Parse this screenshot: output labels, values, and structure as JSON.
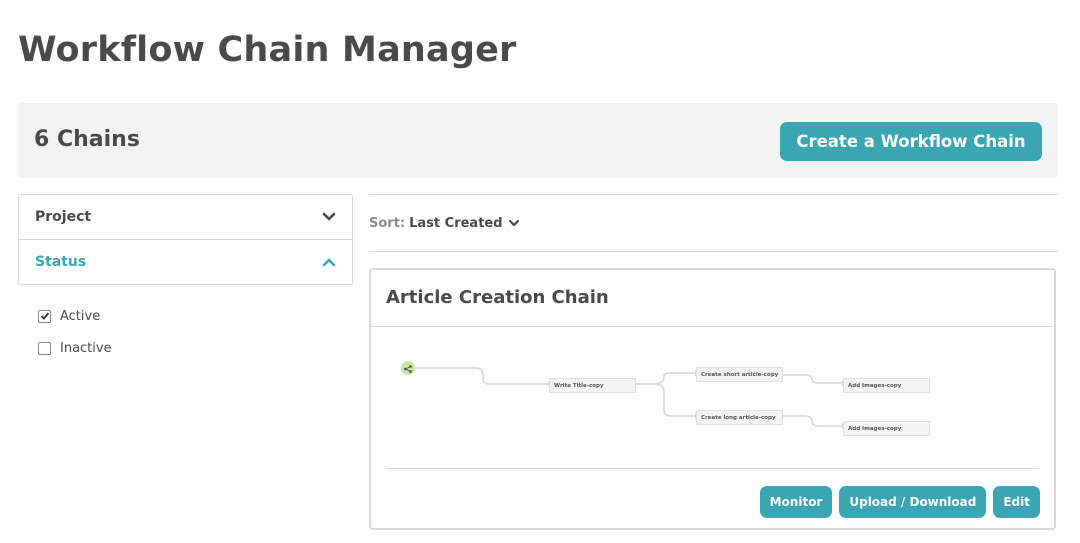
{
  "page": {
    "title": "Workflow Chain Manager"
  },
  "header": {
    "count_label": "6 Chains",
    "create_label": "Create a Workflow Chain"
  },
  "filters": {
    "project_label": "Project",
    "status_label": "Status",
    "options": [
      {
        "label": "Active",
        "checked": true
      },
      {
        "label": "Inactive",
        "checked": false
      }
    ]
  },
  "sort": {
    "label": "Sort:",
    "value": "Last Created"
  },
  "card": {
    "title": "Article Creation Chain",
    "nodes": [
      "Write Title-copy",
      "Create short article-copy",
      "Create long article-copy",
      "Add Images-copy",
      "Add Images-copy"
    ],
    "actions": {
      "monitor": "Monitor",
      "upload_download": "Upload / Download",
      "edit": "Edit"
    }
  },
  "colors": {
    "accent": "#3aa6b3",
    "text": "#4a4a4a",
    "panel": "#f3f3f3",
    "border": "#d9d9d9"
  },
  "icons": {
    "chevron_down": "chevron-down-icon",
    "chevron_up": "chevron-up-icon",
    "share": "share-icon",
    "check": "check-icon"
  }
}
